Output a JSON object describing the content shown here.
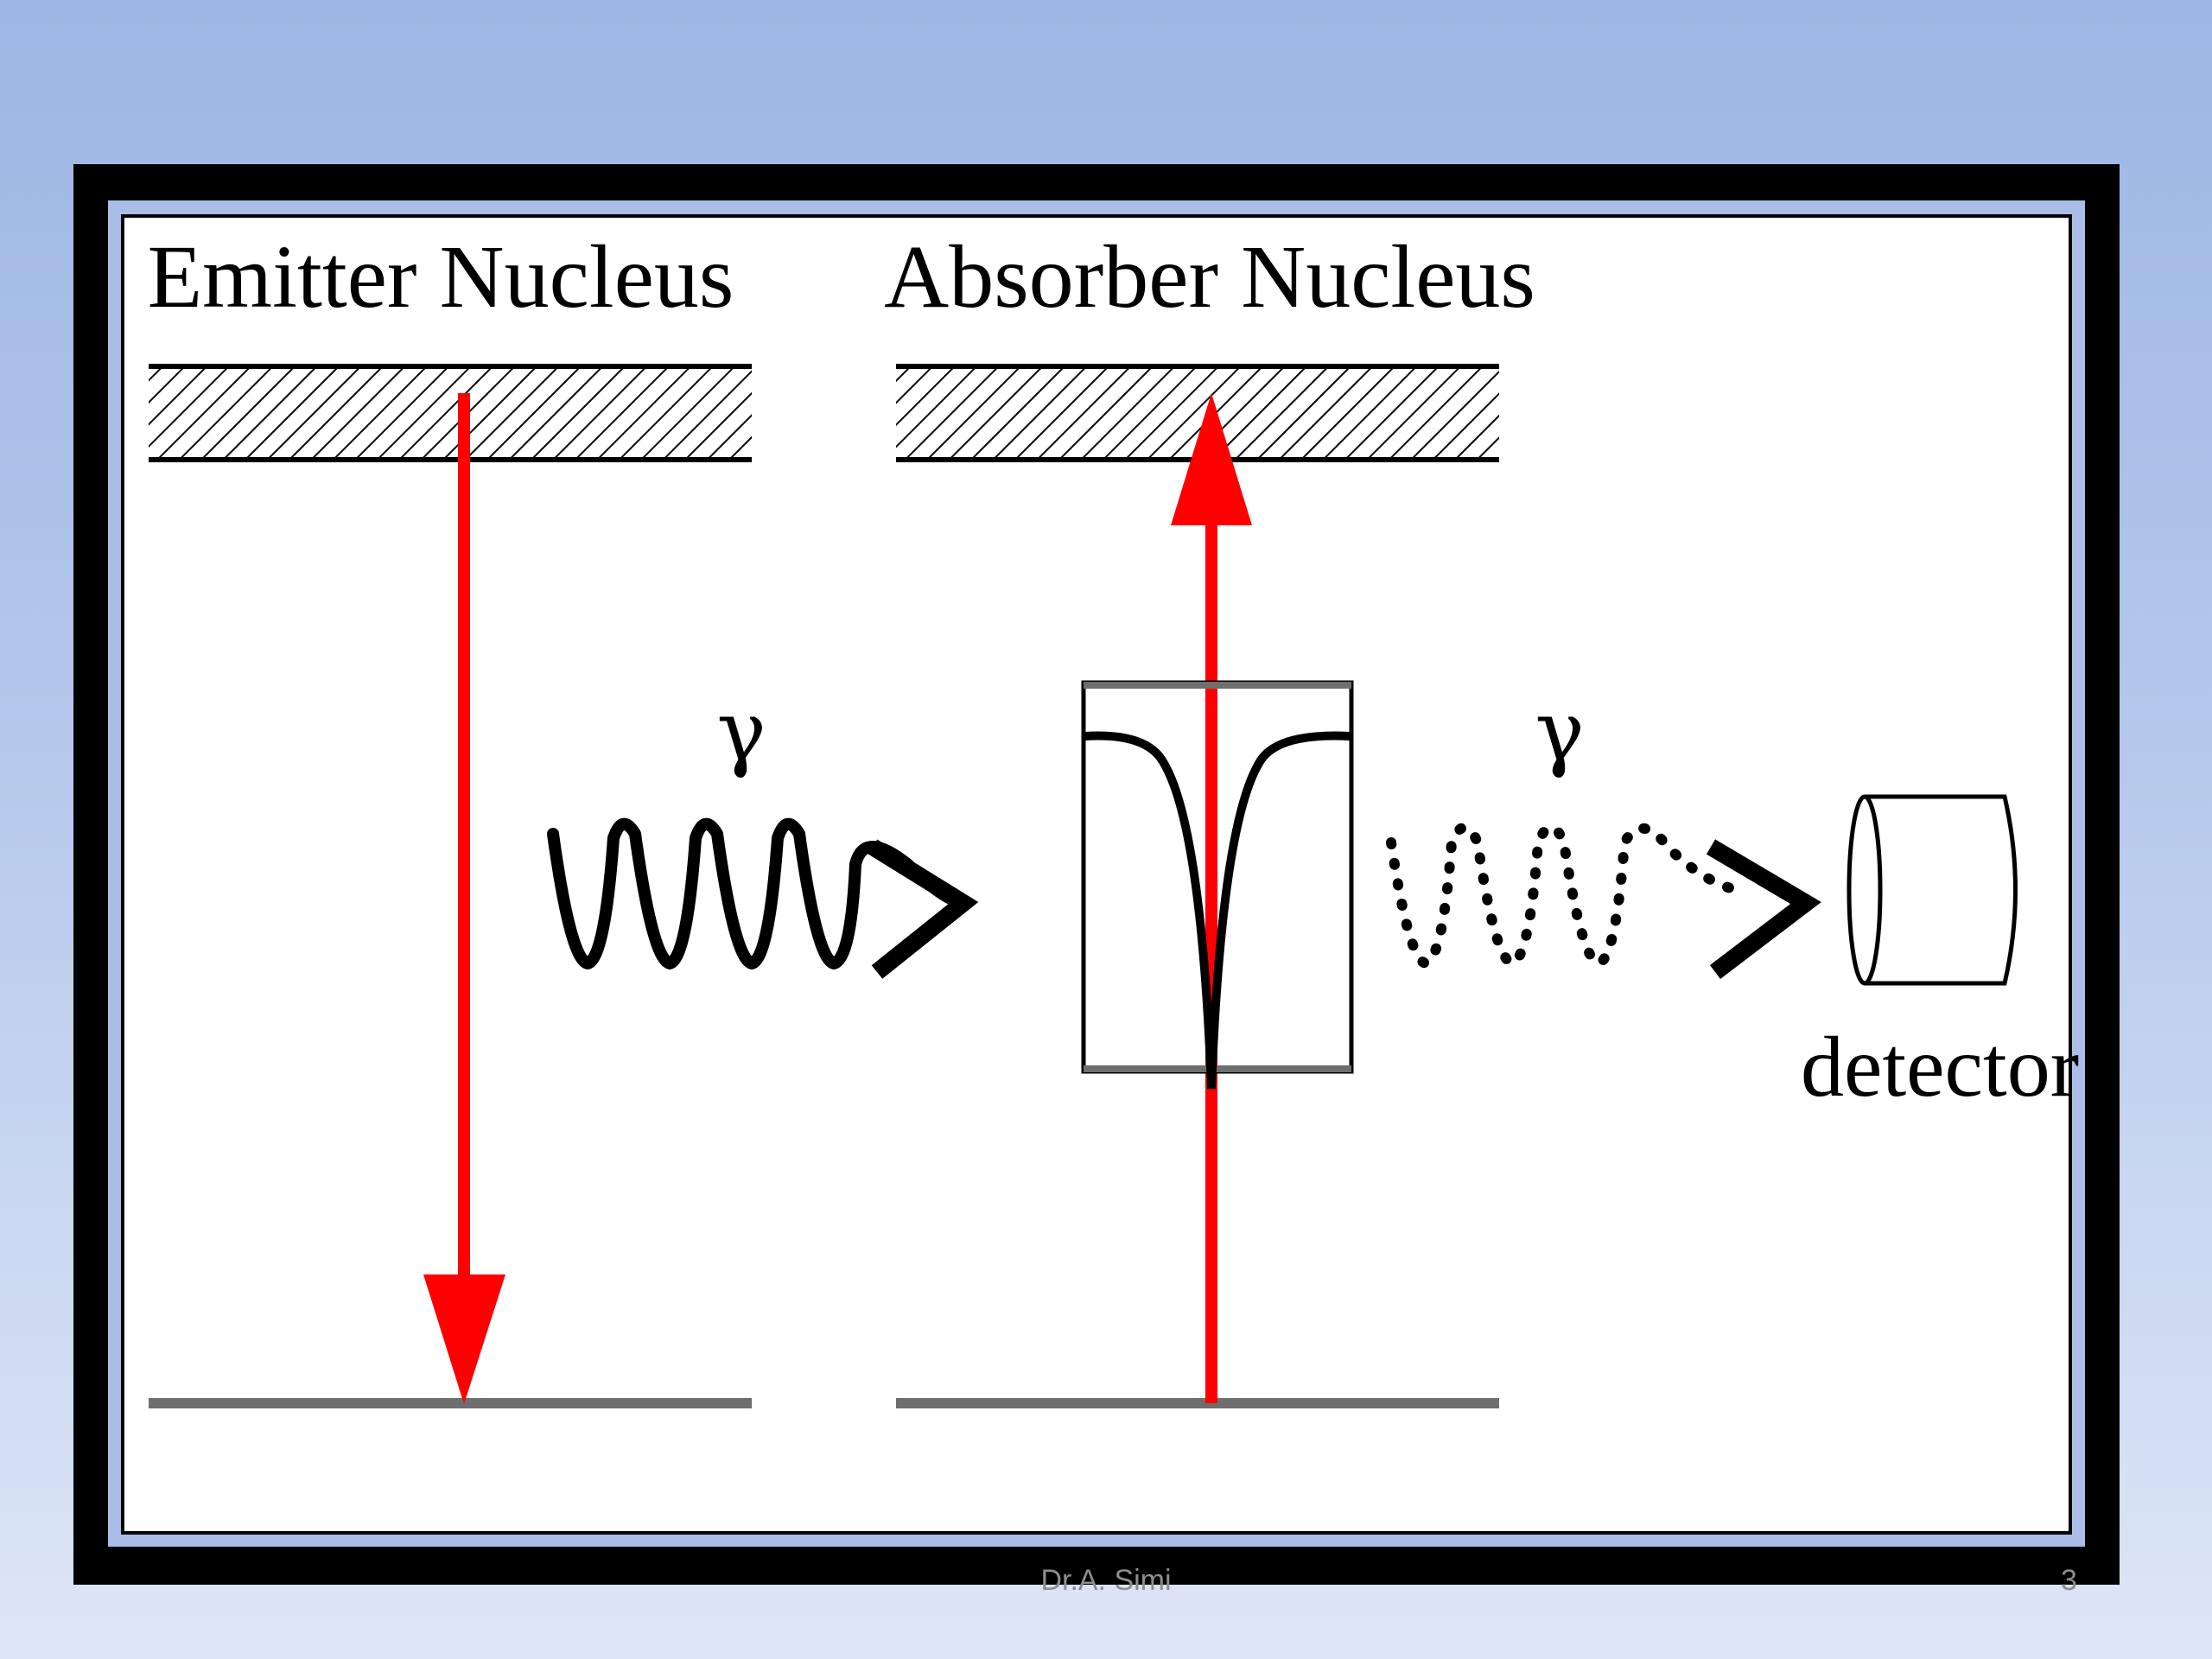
{
  "figure": {
    "emitter_label": "Emitter Nucleus",
    "absorber_label": "Absorber Nucleus",
    "gamma_symbol_left": "γ",
    "gamma_symbol_right": "γ",
    "detector_label": "detector"
  },
  "footer": {
    "author": "Dr.A. Simi",
    "page_number": "3"
  },
  "colors": {
    "transition_arrow": "#ff0000",
    "level_line": "#6e6e6e",
    "ink": "#000000"
  }
}
